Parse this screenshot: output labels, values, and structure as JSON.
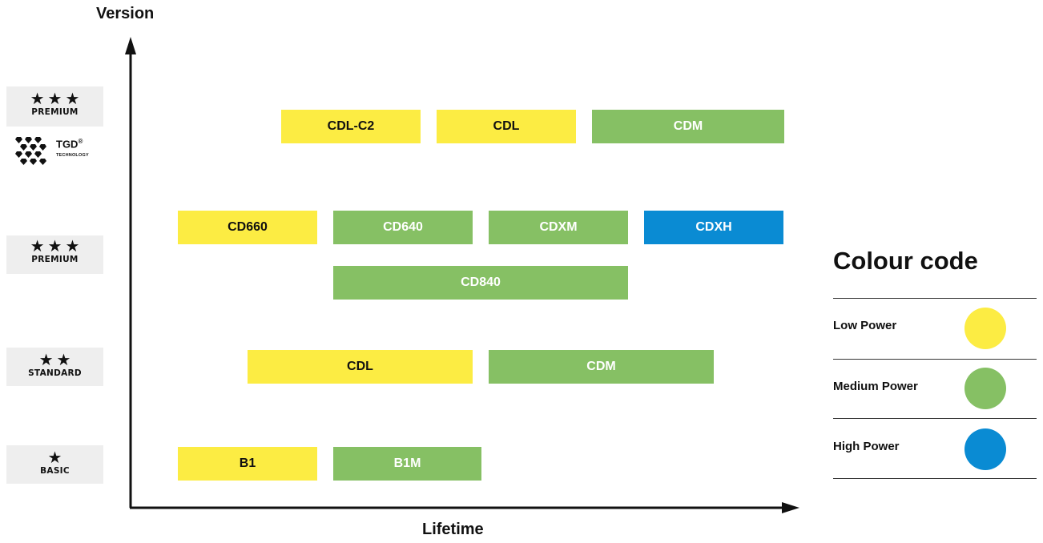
{
  "axes": {
    "y_title": "Version",
    "x_title": "Lifetime"
  },
  "tiers": {
    "premium_tgd": {
      "stars": "★★★",
      "name": "PREMIUM",
      "tech_name": "TGD",
      "tech_mark": "®",
      "tech_sub": "TECHNOLOGY"
    },
    "premium": {
      "stars": "★★★",
      "name": "PREMIUM"
    },
    "standard": {
      "stars": "★★",
      "name": "STANDARD"
    },
    "basic": {
      "stars": "★",
      "name": "BASIC"
    }
  },
  "products": {
    "cdl_c2": {
      "label": "CDL-C2",
      "power": "low"
    },
    "cdl_tgd": {
      "label": "CDL",
      "power": "low"
    },
    "cdm_tgd": {
      "label": "CDM",
      "power": "medium"
    },
    "cd660": {
      "label": "CD660",
      "power": "low"
    },
    "cd640": {
      "label": "CD640",
      "power": "medium"
    },
    "cdxm": {
      "label": "CDXM",
      "power": "medium"
    },
    "cdxh": {
      "label": "CDXH",
      "power": "high"
    },
    "cd840": {
      "label": "CD840",
      "power": "medium"
    },
    "cdl_std": {
      "label": "CDL",
      "power": "low"
    },
    "cdm_std": {
      "label": "CDM",
      "power": "medium"
    },
    "b1": {
      "label": "B1",
      "power": "low"
    },
    "b1m": {
      "label": "B1M",
      "power": "medium"
    }
  },
  "legend": {
    "title": "Colour code",
    "low": {
      "label": "Low Power",
      "color": "#fcec43"
    },
    "medium": {
      "label": "Medium Power",
      "color": "#86c064"
    },
    "high": {
      "label": "High Power",
      "color": "#0a8bd3"
    }
  }
}
